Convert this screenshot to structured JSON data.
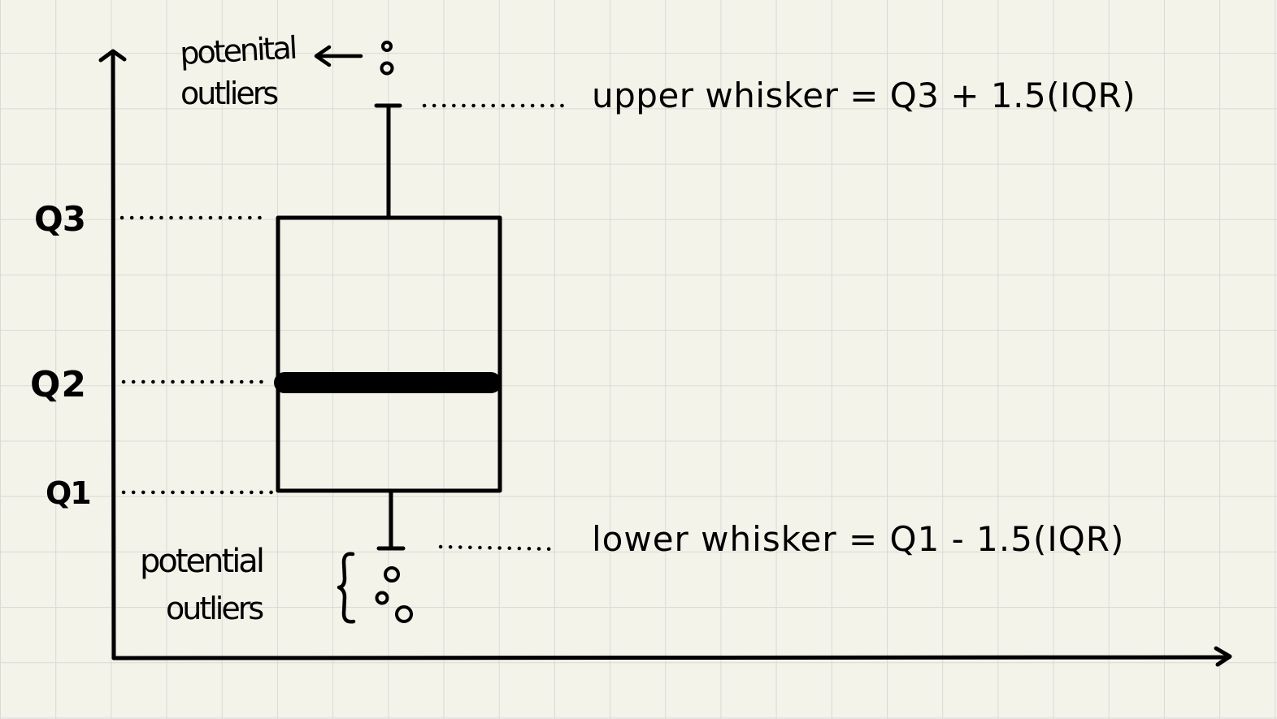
{
  "labels": {
    "q3": "Q3",
    "q2": "Q2",
    "q1": "Q1",
    "upper_outliers_line1": "potenital",
    "upper_outliers_line2": "outliers",
    "lower_outliers_line1": "potential",
    "lower_outliers_line2": "outliers",
    "upper_whisker": "upper whisker = Q3 + 1.5(IQR)",
    "lower_whisker": "lower whisker = Q1 - 1.5(IQR)"
  },
  "colors": {
    "background": "#f4f3ea",
    "grid": "#d9d9d6",
    "ink": "#000000"
  }
}
